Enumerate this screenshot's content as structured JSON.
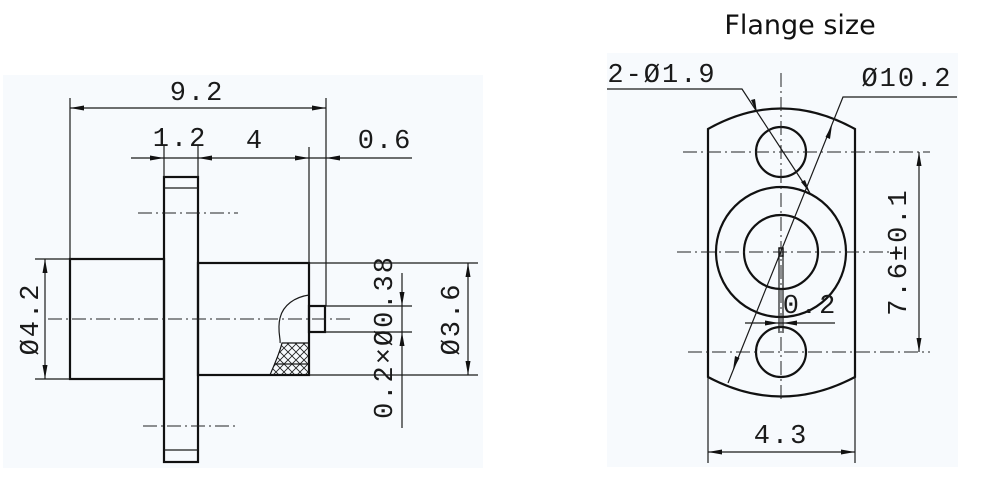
{
  "title": "Flange size",
  "side_view": {
    "overall_length": "9.2",
    "flange_thickness": "1.2",
    "body_length": "4",
    "pin_length": "0.6",
    "body_diameter": "Ø4.2",
    "rear_diameter": "Ø3.6",
    "pin_spec": "0.2×Ø0.38"
  },
  "front_view": {
    "mount_holes": "2-Ø1.9",
    "flange_diameter": "Ø10.2",
    "hole_spacing": "7.6±0.1",
    "flange_width": "4.3",
    "pin_width": "0.2"
  }
}
